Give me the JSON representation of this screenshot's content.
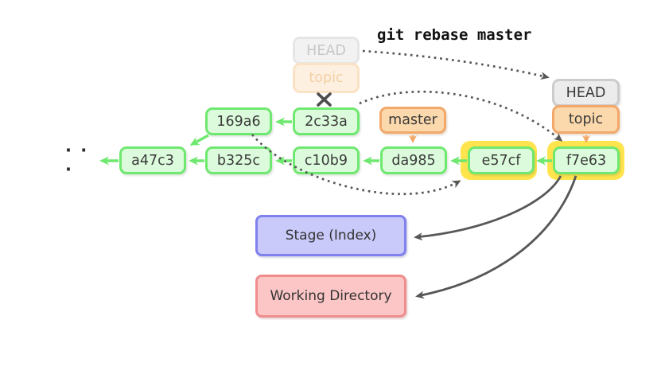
{
  "command": "git rebase master",
  "graph": {
    "ellipsis": "· · ·",
    "commits": {
      "a47c3": "a47c3",
      "b325c": "b325c",
      "c10b9": "c10b9",
      "da985": "da985",
      "e57cf": "e57cf",
      "f7e63": "f7e63",
      "169a6": "169a6",
      "2c33a": "2c33a"
    }
  },
  "refs": {
    "old_head": "HEAD",
    "old_topic": "topic",
    "master": "master",
    "new_head": "HEAD",
    "new_topic": "topic"
  },
  "areas": {
    "stage": "Stage (Index)",
    "working_directory": "Working Directory"
  },
  "colors": {
    "commit_fill": "#dcfbdc",
    "commit_border": "#6fe86f",
    "branch_fill": "#fcd9ac",
    "branch_border": "#f2a869",
    "head_fill": "#ececec",
    "head_border": "#cccccc",
    "highlight_yellow": "#ffe44d",
    "stage_fill": "#c9c9fa",
    "stage_border": "#8181ee",
    "working_fill": "#fcc6c6",
    "working_border": "#ef8d8d",
    "arrow_dark": "#575757"
  }
}
